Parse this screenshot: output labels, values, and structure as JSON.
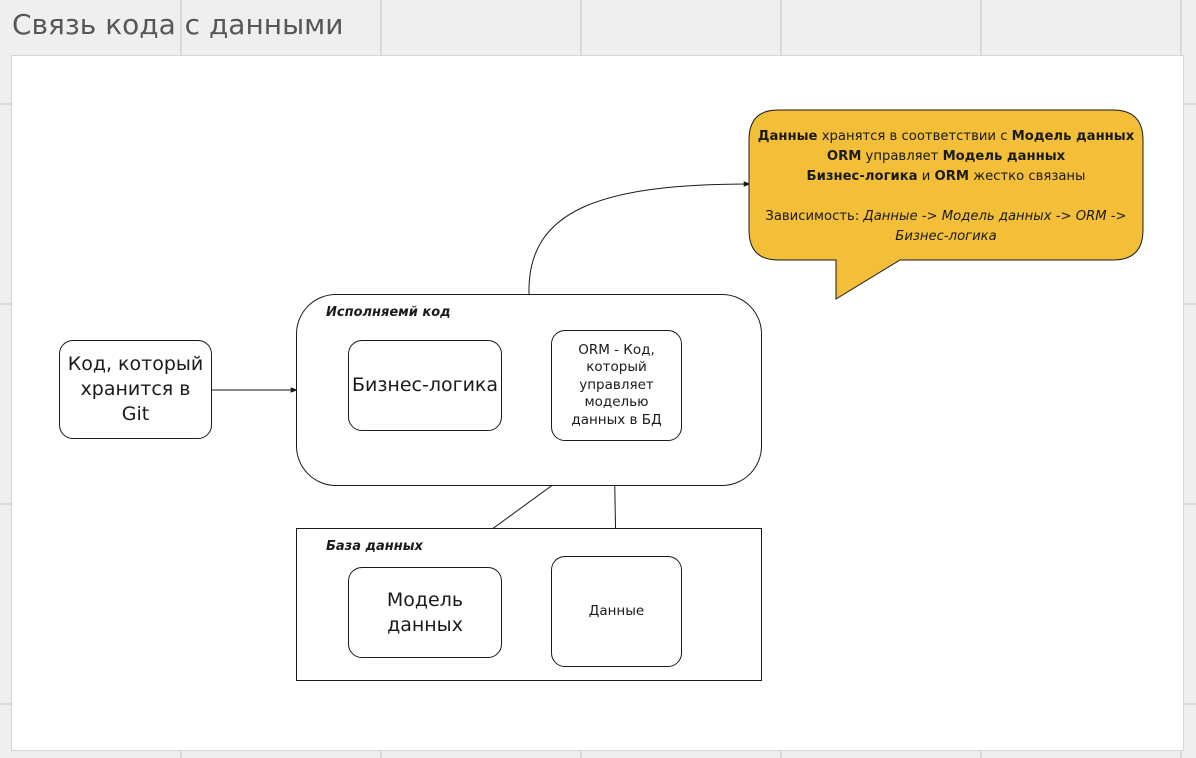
{
  "frame": {
    "title": "Связь кода с данными"
  },
  "nodes": {
    "git_code": "Код, который хранится в Git",
    "executable_group": "Исполняемй код",
    "business_logic": "Бизнес-логика",
    "orm": "ORM - Код, который управляет моделью данных в БД",
    "database_group": "База данных",
    "data_model": "Модель данных",
    "data": "Данные"
  },
  "callout": {
    "line1": {
      "b1": "Данные",
      "t1": " хранятся в соответствии с ",
      "b2": "Модель данных"
    },
    "line2": {
      "b1": "ORM",
      "t1": " управляет ",
      "b2": "Модель данных"
    },
    "line3": {
      "b1": "Бизнес-логика",
      "t1": " и ",
      "b2": "ORM",
      "t2": " жестко связаны"
    },
    "line4": {
      "t1": "Зависимость: ",
      "i1": "Данные -> Модель данных -> ORM -> Бизнес-логика"
    },
    "fill": "#f4bf38"
  },
  "colors": {
    "stroke": "#1a1a1a",
    "canvas": "#ffffff",
    "background": "#efefef"
  }
}
